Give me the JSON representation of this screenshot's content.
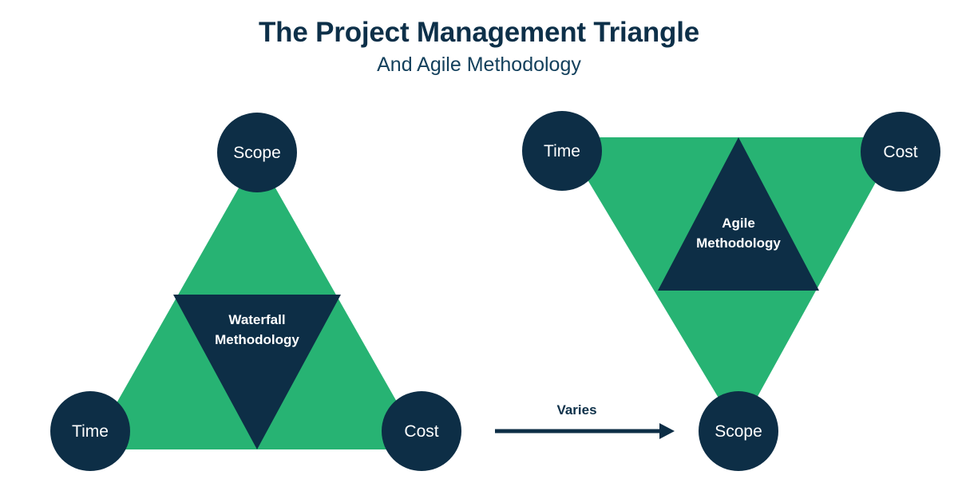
{
  "header": {
    "title": "The Project Management Triangle",
    "subtitle": "And Agile Methodology"
  },
  "colors": {
    "background": "#ffffff",
    "navy": "#0d2e46",
    "title_navy": "#0d3049",
    "green": "#27b373",
    "label_white": "#ffffff"
  },
  "left_diagram": {
    "name": "waterfall-triangle",
    "orientation": "point-up",
    "inner_label_line1": "Waterfall",
    "inner_label_line2": "Methodology",
    "nodes": [
      {
        "label": "Scope",
        "position": "top"
      },
      {
        "label": "Time",
        "position": "bottom-left"
      },
      {
        "label": "Cost",
        "position": "bottom-right"
      }
    ]
  },
  "right_diagram": {
    "name": "agile-triangle",
    "orientation": "point-down",
    "inner_label_line1": "Agile",
    "inner_label_line2": "Methodology",
    "nodes": [
      {
        "label": "Time",
        "position": "top-left"
      },
      {
        "label": "Cost",
        "position": "top-right"
      },
      {
        "label": "Scope",
        "position": "bottom"
      }
    ]
  },
  "connector": {
    "label": "Varies",
    "icon": "arrow-right-icon"
  }
}
